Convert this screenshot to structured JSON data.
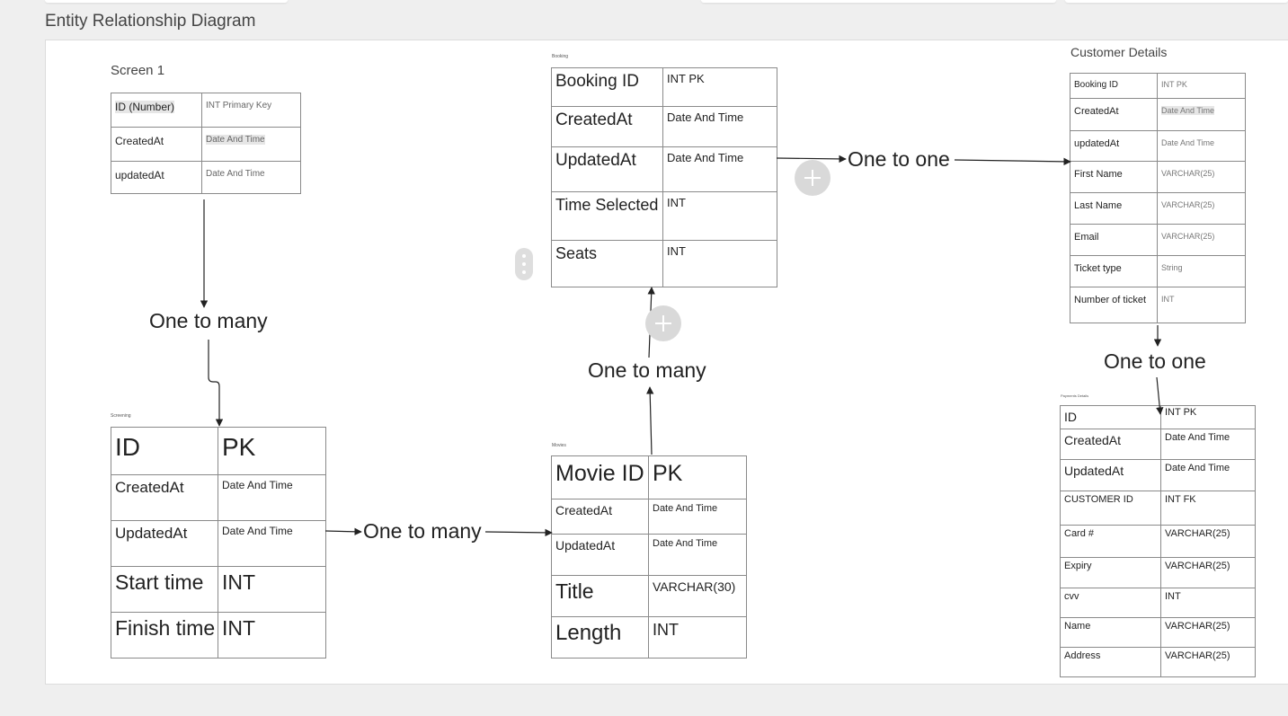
{
  "page_title": "Entity Relationship Diagram",
  "screen": {
    "title": "Screen 1",
    "rows": [
      {
        "name": "ID (Number)",
        "type": "INT Primary Key"
      },
      {
        "name": "CreatedAt",
        "type": "Date And Time"
      },
      {
        "name": "updatedAt",
        "type": "Date And Time"
      }
    ]
  },
  "screening": {
    "title": "Screening",
    "rows": [
      {
        "name": "ID",
        "type": "PK"
      },
      {
        "name": "CreatedAt",
        "type": "Date And Time"
      },
      {
        "name": "UpdatedAt",
        "type": "Date And Time"
      },
      {
        "name": "Start time",
        "type": "INT"
      },
      {
        "name": "Finish time",
        "type": "INT"
      }
    ]
  },
  "booking": {
    "title": "Booking",
    "rows": [
      {
        "name": "Booking ID",
        "type": "INT PK"
      },
      {
        "name": "CreatedAt",
        "type": "Date And Time"
      },
      {
        "name": "UpdatedAt",
        "type": "Date And Time"
      },
      {
        "name": "Time Selected",
        "type": "INT"
      },
      {
        "name": "Seats",
        "type": "INT"
      }
    ]
  },
  "movies": {
    "title": "Movies",
    "rows": [
      {
        "name": "Movie ID",
        "type": "PK"
      },
      {
        "name": "CreatedAt",
        "type": "Date And Time"
      },
      {
        "name": "UpdatedAt",
        "type": "Date And Time"
      },
      {
        "name": "Title",
        "type": "VARCHAR(30)"
      },
      {
        "name": "Length",
        "type": "INT"
      }
    ]
  },
  "customer": {
    "title": "Customer Details",
    "rows": [
      {
        "name": "Booking ID",
        "type": "INT PK"
      },
      {
        "name": "CreatedAt",
        "type": "Date And Time"
      },
      {
        "name": "updatedAt",
        "type": "Date And Time"
      },
      {
        "name": "First Name",
        "type": "VARCHAR(25)"
      },
      {
        "name": "Last Name",
        "type": "VARCHAR(25)"
      },
      {
        "name": "Email",
        "type": "VARCHAR(25)"
      },
      {
        "name": "Ticket type",
        "type": "String"
      },
      {
        "name": "Number of ticket",
        "type": "INT"
      }
    ]
  },
  "payments": {
    "title": "Payments Details",
    "rows": [
      {
        "name": "ID",
        "type": "INT PK"
      },
      {
        "name": "CreatedAt",
        "type": "Date And Time"
      },
      {
        "name": "UpdatedAt",
        "type": "Date And Time"
      },
      {
        "name": "CUSTOMER ID",
        "type": "INT FK"
      },
      {
        "name": "Card #",
        "type": "VARCHAR(25)"
      },
      {
        "name": "Expiry",
        "type": "VARCHAR(25)"
      },
      {
        "name": "cvv",
        "type": "INT"
      },
      {
        "name": "Name",
        "type": "VARCHAR(25)"
      },
      {
        "name": "Address",
        "type": "VARCHAR(25)"
      }
    ]
  },
  "relations": {
    "screen_screening": "One to many",
    "screening_movies": "One to many",
    "movies_booking": "One to many",
    "booking_customer": "One to one",
    "customer_payments": "One to one"
  },
  "icons": {
    "add": "plus-icon",
    "drag": "vertical-dots-icon"
  }
}
